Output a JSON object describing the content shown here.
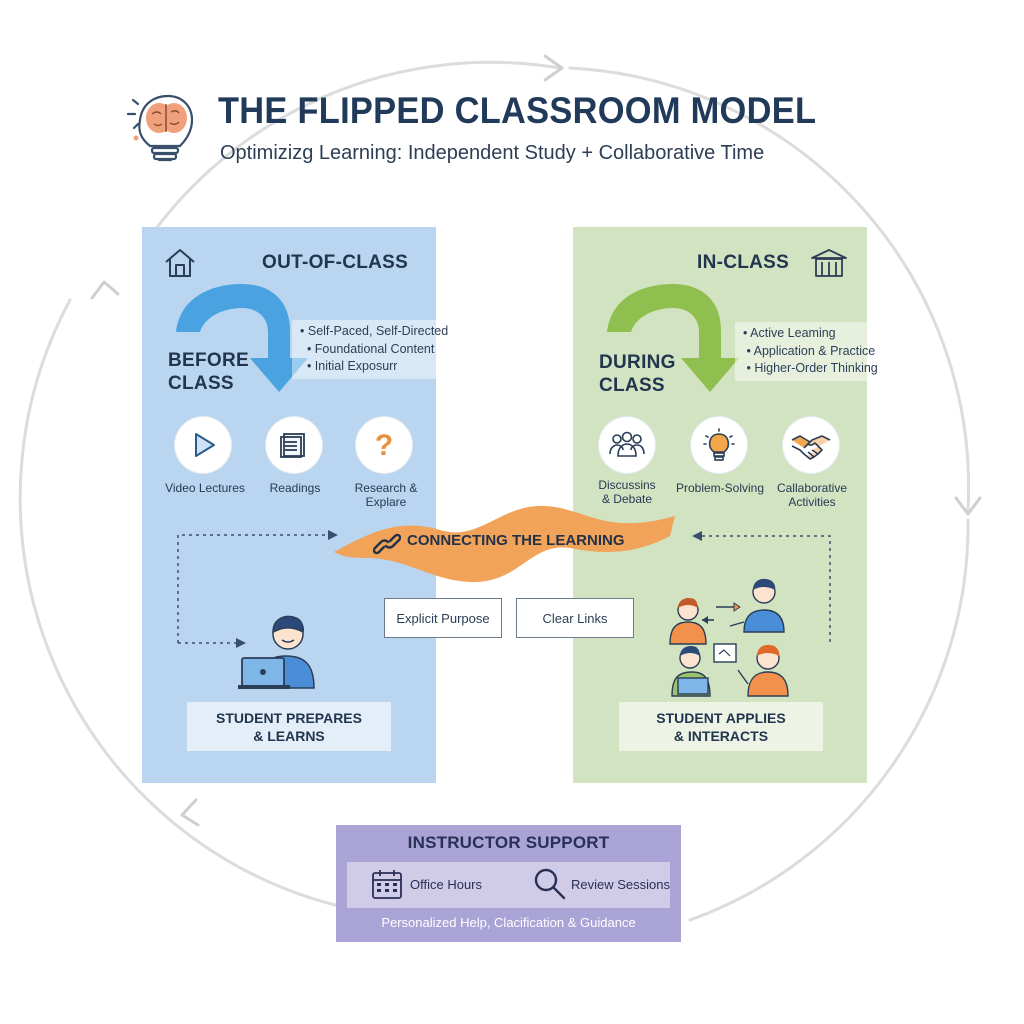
{
  "header": {
    "title": "THE FLIPPED CLASSROOM MODEL",
    "subtitle": "Optimizizg Learning: Independent Study + Collaborative Time",
    "icon": "brain-lightbulb-icon"
  },
  "out_of_class": {
    "title": "OUT-OF-CLASS",
    "title_icon": "house-icon",
    "phase_label_line1": "BEFORE",
    "phase_label_line2": "CLASS",
    "bullets": [
      "Self-Paced, Self-Directed",
      "Foundational Content",
      "Initial Exposurr"
    ],
    "activities": [
      {
        "label_line1": "Video Lectures",
        "label_line2": "",
        "icon": "play-icon"
      },
      {
        "label_line1": "Readings",
        "label_line2": "",
        "icon": "book-icon"
      },
      {
        "label_line1": "Research &",
        "label_line2": "Explare",
        "icon": "question-icon"
      }
    ],
    "summary_line1": "STUDENT PREPARES",
    "summary_line2": "& LEARNS",
    "color": "#b9d5ef",
    "arrow_color": "#4aa3e0"
  },
  "in_class": {
    "title": "IN-CLASS",
    "title_icon": "school-building-icon",
    "phase_label_line1": "DURING",
    "phase_label_line2": "CLASS",
    "bullets": [
      "Active Leaming",
      "Application & Practice",
      "Higher-Order Thinking"
    ],
    "activities": [
      {
        "label_line1": "Discussins",
        "label_line2": "& Debate",
        "icon": "group-icon"
      },
      {
        "label_line1": "Problem-Solving",
        "label_line2": "",
        "icon": "lightbulb-icon"
      },
      {
        "label_line1": "Callaborative",
        "label_line2": "Activities",
        "icon": "handshake-icon"
      }
    ],
    "summary_line1": "STUDENT APPLIES",
    "summary_line2": "& INTERACTS",
    "color": "#d2e3c1",
    "arrow_color": "#8fbf4f"
  },
  "connector": {
    "label": "CONNECTING THE LEARNING",
    "icon": "chain-link-icon",
    "color": "#f2a35a",
    "links": [
      "Explicit Purpose",
      "Clear Links"
    ]
  },
  "instructor_support": {
    "title": "INSTRUCTOR SUPPORT",
    "items": [
      {
        "label": "Office Hours",
        "icon": "calendar-icon"
      },
      {
        "label": "Review Sessions",
        "icon": "magnifier-icon"
      }
    ],
    "footer": "Personalized Help, Clacification & Guidance",
    "color": "#a9a3d6"
  }
}
